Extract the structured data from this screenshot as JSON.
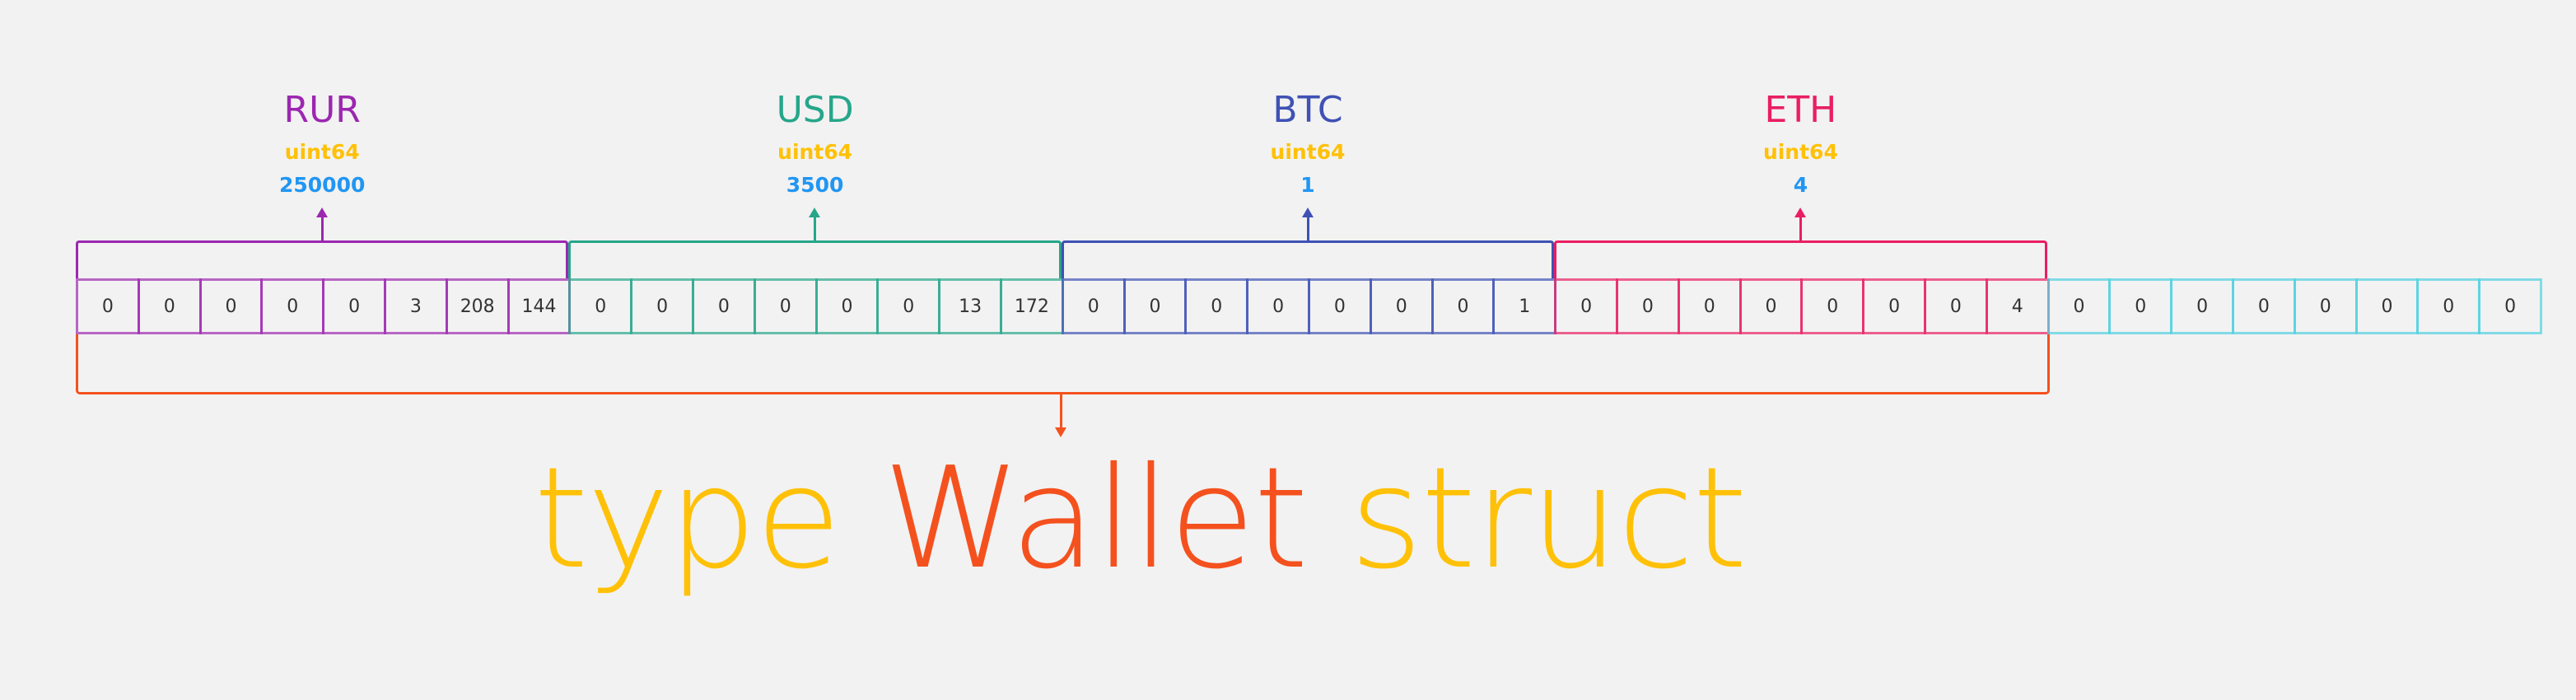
{
  "groups": [
    {
      "name": "RUR",
      "type": "uint64",
      "value": "250000",
      "bytes": [
        "0",
        "0",
        "0",
        "0",
        "0",
        "3",
        "208",
        "144"
      ],
      "color": "#9c27b0"
    },
    {
      "name": "USD",
      "type": "uint64",
      "value": "3500",
      "bytes": [
        "0",
        "0",
        "0",
        "0",
        "0",
        "0",
        "13",
        "172"
      ],
      "color": "#26a68a"
    },
    {
      "name": "BTC",
      "type": "uint64",
      "value": "1",
      "bytes": [
        "0",
        "0",
        "0",
        "0",
        "0",
        "0",
        "0",
        "1"
      ],
      "color": "#3f51b5"
    },
    {
      "name": "ETH",
      "type": "uint64",
      "value": "4",
      "bytes": [
        "0",
        "0",
        "0",
        "0",
        "0",
        "0",
        "0",
        "4"
      ],
      "color": "#e91e63"
    }
  ],
  "padding": {
    "bytes": [
      "0",
      "0",
      "0",
      "0",
      "0",
      "0",
      "0",
      "0"
    ],
    "color": "#4dd0e1"
  },
  "colors": {
    "type": "#ffc107",
    "value": "#2196f3",
    "struct": "#f4511e",
    "keyword": "#ffc107"
  },
  "title": {
    "kw": "type ",
    "name": "Wallet",
    "suffix": " struct"
  }
}
